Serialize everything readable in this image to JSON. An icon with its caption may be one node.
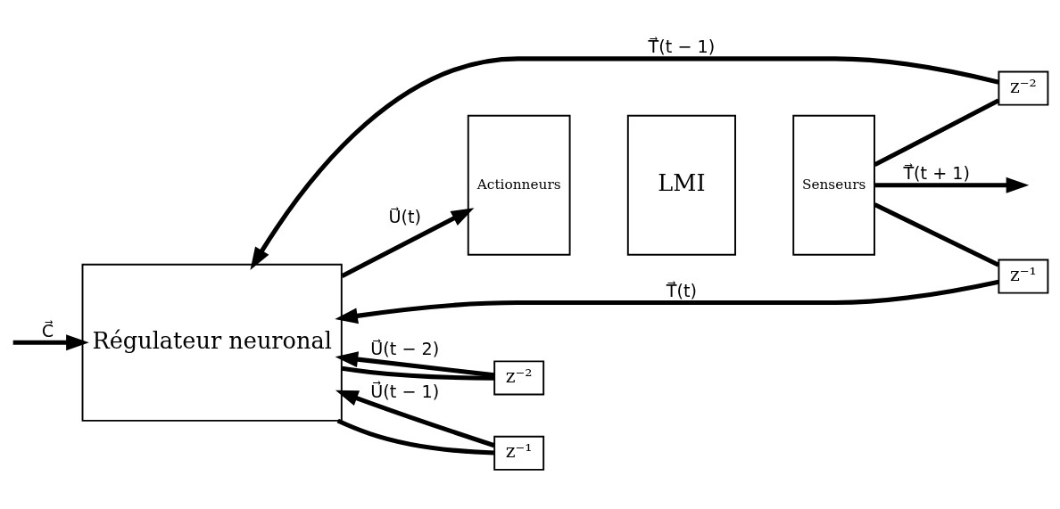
{
  "diagram": {
    "nodes": [
      {
        "text": [
          "Régulateur neuronal"
        ]
      },
      {
        "text": [
          "Actionneurs"
        ]
      },
      {
        "text": [
          "LMI"
        ]
      },
      {
        "text": [
          "Senseurs"
        ]
      },
      {
        "text": [
          "z⁻²"
        ]
      },
      {
        "text": [
          "z⁻¹"
        ]
      },
      {
        "text": [
          "z⁻²"
        ]
      },
      {
        "text": [
          "z⁻¹"
        ]
      }
    ],
    "edges": [
      {
        "from": null,
        "to": 0,
        "arrow": "to",
        "label": "C⃗"
      },
      {
        "from": 5,
        "to": 0,
        "arrow": "to",
        "label": "T⃗(t)"
      },
      {
        "from": 4,
        "to": 0,
        "arrow": "to",
        "label": "T⃗(t − 1)"
      },
      {
        "from": 7,
        "to": 0,
        "arrow": "to",
        "label": "U⃗(t − 1)"
      },
      {
        "from": 6,
        "to": 0,
        "arrow": "to",
        "label": "U⃗(t − 2)"
      },
      {
        "from": 0,
        "to": 1,
        "arrow": "to",
        "label": "U⃗(t)"
      },
      {
        "from": 0,
        "to": 6,
        "arrow": "none"
      },
      {
        "from": 0,
        "to": 7,
        "arrow": "none"
      },
      {
        "from": 3,
        "to": null,
        "arrow": "to",
        "label": "T⃗(t + 1)"
      },
      {
        "from": 3,
        "to": 5,
        "arrow": "none"
      },
      {
        "from": 3,
        "to": 4,
        "arrow": "none"
      }
    ]
  }
}
